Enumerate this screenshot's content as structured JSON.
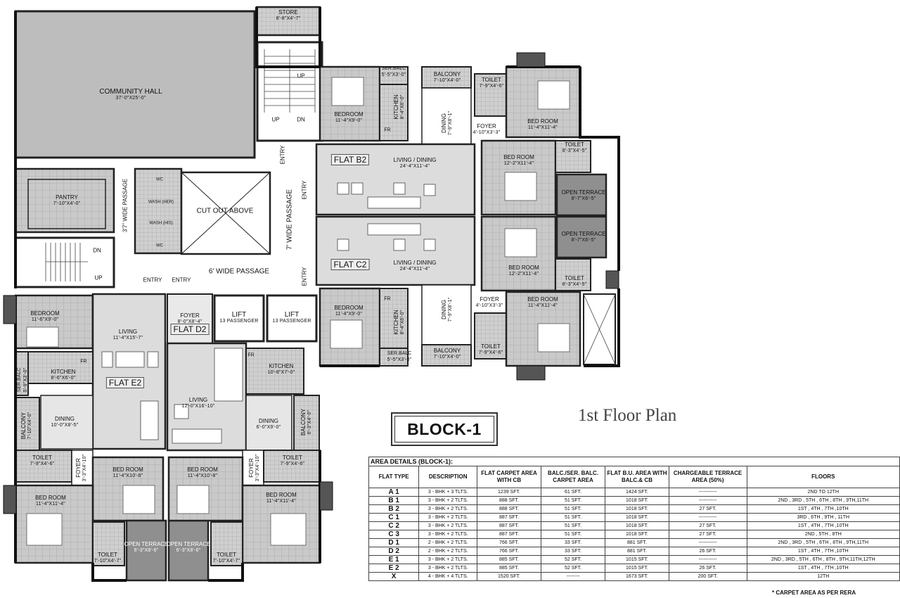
{
  "plan_title": "1st Floor Plan",
  "block_label": "BLOCK-1",
  "rooms": [
    {
      "name": "STORE",
      "dim": "8'-8\"X4'-7\""
    },
    {
      "name": "COMMUNITY HALL",
      "dim": "37'-0\"X25'-0\""
    },
    {
      "name": "PANTRY",
      "dim": "7'-10\"X4'-0\""
    },
    {
      "name": "CUT OUT ABOVE",
      "dim": ""
    },
    {
      "name": "6' WIDE PASSAGE",
      "dim": ""
    },
    {
      "name": "7' WIDE PASSAGE",
      "dim": ""
    },
    {
      "name": "3'7\" WIDE PASSAGE",
      "dim": ""
    },
    {
      "name": "LIFT",
      "dim": "13 PASSENGER"
    },
    {
      "name": "LIFT",
      "dim": "13 PASSENGER"
    },
    {
      "name": "BEDROOM",
      "dim": "11'-4\"X9'-0\""
    },
    {
      "name": "KITCHEN",
      "dim": "8'-4\"X6'-0\""
    },
    {
      "name": "DINING",
      "dim": "7'-9\"X8'-1\""
    },
    {
      "name": "BALCONY",
      "dim": "7'-10\"X4'-0\""
    },
    {
      "name": "SER.BALC",
      "dim": "5'-5\"X3'-0\""
    },
    {
      "name": "TOILET",
      "dim": "7'-9\"X4'-6\""
    },
    {
      "name": "BED ROOM",
      "dim": "11'-4\"X11'-4\""
    },
    {
      "name": "FOYER",
      "dim": "4'-10\"X3'-3\""
    },
    {
      "name": "LIVING / DINING",
      "dim": "24'-4\"X11'-4\""
    },
    {
      "name": "BED ROOM",
      "dim": "12'-2\"X11'-4\""
    },
    {
      "name": "TOILET",
      "dim": "8'-3\"X4'-5\""
    },
    {
      "name": "OPEN TERRACE",
      "dim": "8'-7\"X6'-5\""
    },
    {
      "name": "OPEN TERRACE",
      "dim": "8'-7\"X6'-5\""
    },
    {
      "name": "BED ROOM",
      "dim": "12'-2\"X11'-4\""
    },
    {
      "name": "TOILET",
      "dim": "8'-3\"X4'-5\""
    },
    {
      "name": "LIVING / DINING",
      "dim": "24'-4\"X11'-4\""
    },
    {
      "name": "FOYER",
      "dim": "4'-10\"X3'-3\""
    },
    {
      "name": "BED ROOM",
      "dim": "11'-4\"X11'-4\""
    },
    {
      "name": "BEDROOM",
      "dim": "11'-4\"X9'-0\""
    },
    {
      "name": "KITCHEN",
      "dim": "8'-4\"X6'-0\""
    },
    {
      "name": "DINING",
      "dim": "7'-9\"X8'-1\""
    },
    {
      "name": "TOILET",
      "dim": "7'-9\"X4'-6\""
    },
    {
      "name": "SER.BALC",
      "dim": "5'-5\"X3'-0\""
    },
    {
      "name": "BALCONY",
      "dim": "7'-10\"X4'-0\""
    },
    {
      "name": "BEDROOM",
      "dim": "11'-6\"X9'-0\""
    },
    {
      "name": "LIVING",
      "dim": "11'-4\"X15'-7\""
    },
    {
      "name": "KITCHEN",
      "dim": "8'-6\"X6'-0\""
    },
    {
      "name": "SER.BALC",
      "dim": "5'-9\"X3'-0\""
    },
    {
      "name": "DINING",
      "dim": "10'-0\"X8'-5\""
    },
    {
      "name": "BALCONY",
      "dim": "7'-10\"X4'-0\""
    },
    {
      "name": "TOILET",
      "dim": "7'-9\"X4'-6\""
    },
    {
      "name": "FOYER",
      "dim": "3'-3\"X4'-10\""
    },
    {
      "name": "BED ROOM",
      "dim": "11'-4\"X10'-8\""
    },
    {
      "name": "BED ROOM",
      "dim": "11'-4\"X11'-4\""
    },
    {
      "name": "TOILET",
      "dim": "7'-10\"X4'-7\""
    },
    {
      "name": "OPEN TERRACE",
      "dim": "6'-3\"X8'-6\""
    },
    {
      "name": "OPEN TERRACE",
      "dim": "6'-3\"X8'-6\""
    },
    {
      "name": "FOYER",
      "dim": "8'-0\"X8'-4\""
    },
    {
      "name": "KITCHEN",
      "dim": "10'-8\"X7'-0\""
    },
    {
      "name": "LIVING",
      "dim": "12'-0\"X16'-10\""
    },
    {
      "name": "DINING",
      "dim": "6'-0\"X9'-0\""
    },
    {
      "name": "BALCONY",
      "dim": "6'-3\"X4'-0\""
    },
    {
      "name": "TOILET",
      "dim": "7'-9\"X4'-6\""
    },
    {
      "name": "FOYER",
      "dim": "3'-3\"X4'-10\""
    },
    {
      "name": "BED ROOM",
      "dim": "11'-4\"X10'-8\""
    },
    {
      "name": "BED ROOM",
      "dim": "11'-4\"X11'-4\""
    },
    {
      "name": "TOILET",
      "dim": "7'-10\"X4'-7\""
    }
  ],
  "flat_tags": [
    "FLAT B2",
    "FLAT C2",
    "FLAT E2",
    "FLAT D2"
  ],
  "small_labels": [
    "UP",
    "DN",
    "DN",
    "UP",
    "UP",
    "ENTRY",
    "ENTRY",
    "ENTRY",
    "ENTRY",
    "ENTRY",
    "WC",
    "WASH (HER)",
    "WASH (HIS)",
    "WC",
    "FR",
    "FR",
    "FR",
    "FR"
  ],
  "area_details": {
    "caption": "AREA DETAILS (BLOCK-1):",
    "headers": [
      "FLAT TYPE",
      "DESCRIPTION",
      "FLAT CARPET AREA WITH CB",
      "BALC./SER. BALC. CARPET AREA",
      "FLAT B.U. AREA WITH BALC.& CB",
      "CHARGEABLE TERRACE AREA (50%)",
      "FLOORS"
    ],
    "rows": [
      [
        "A 1",
        "3 - BHK + 3 TLTS.",
        "1239 SFT.",
        "61 SFT.",
        "1424 SFT.",
        "-----------",
        "2ND TO 12TH"
      ],
      [
        "B 1",
        "3 - BHK + 2 TLTS.",
        "888 SFT.",
        "51 SFT.",
        "1018 SFT.",
        "-----------",
        "2ND , 3RD , 5TH , 6TH , 8TH , 9TH,11TH"
      ],
      [
        "B 2",
        "3 - BHK + 2 TLTS.",
        "888 SFT.",
        "51 SFT.",
        "1018 SFT.",
        "27 SFT.",
        "1ST , 4TH , 7TH ,10TH"
      ],
      [
        "C 1",
        "3 - BHK + 2 TLTS.",
        "887 SFT.",
        "51 SFT.",
        "1018 SFT.",
        "-----------",
        "3RD , 6TH , 9TH , 11TH"
      ],
      [
        "C 2",
        "3 - BHK + 2 TLTS.",
        "887 SFT.",
        "51 SFT.",
        "1018 SFT.",
        "27 SFT.",
        "1ST , 4TH , 7TH ,10TH"
      ],
      [
        "C 3",
        "3 - BHK + 2 TLTS.",
        "887 SFT.",
        "51 SFT.",
        "1018 SFT.",
        "27 SFT.",
        "2ND , 5TH , 8TH"
      ],
      [
        "D 1",
        "2 - BHK + 2 TLTS.",
        "766 SFT.",
        "33 SFT.",
        "881 SFT.",
        "-----------",
        "2ND , 3RD , 5TH , 6TH , 8TH , 9TH,11TH"
      ],
      [
        "D 2",
        "2 - BHK + 2 TLTS.",
        "766 SFT.",
        "33 SFT.",
        "881 SFT.",
        "26 SFT.",
        "1ST , 4TH , 7TH ,10TH"
      ],
      [
        "E 1",
        "3 - BHK + 2 TLTS.",
        "885 SFT.",
        "52 SFT.",
        "1015 SFT.",
        "-----------",
        "2ND , 3RD , 5TH , 6TH , 8TH , 9TH,11TH,12TH"
      ],
      [
        "E 2",
        "3 - BHK + 2 TLTS.",
        "885 SFT.",
        "52 SFT.",
        "1015 SFT.",
        "26 SFT.",
        "1ST , 4TH , 7TH ,10TH"
      ],
      [
        "X",
        "4 - BHK + 4 TLTS.",
        "1520 SFT.",
        "--------",
        "1673 SFT.",
        "200 SFT.",
        "12TH"
      ]
    ],
    "footnote": "* CARPET AREA AS PER RERA"
  }
}
